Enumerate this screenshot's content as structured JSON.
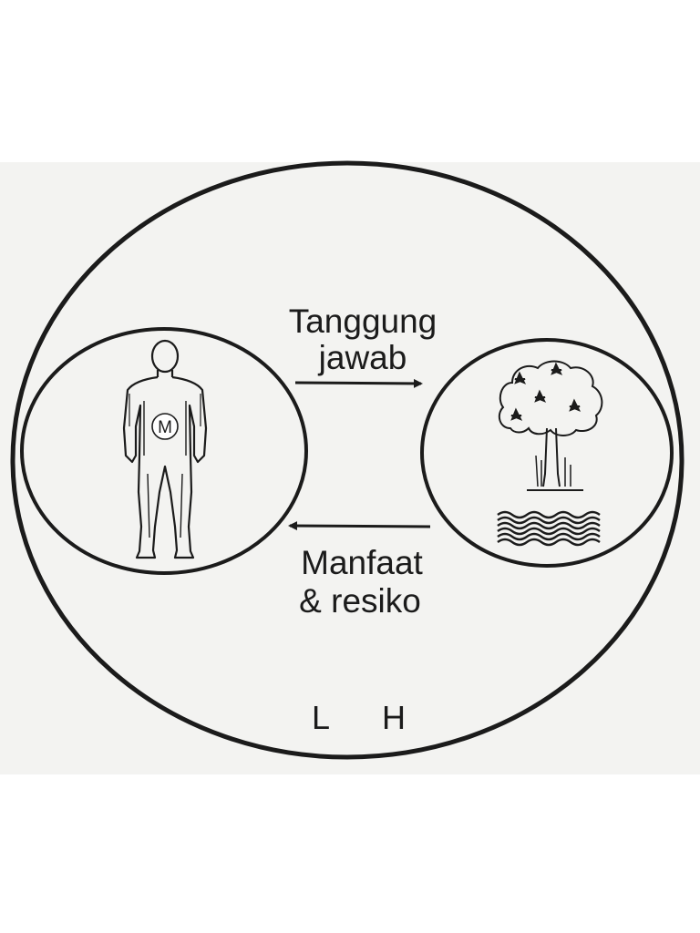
{
  "diagram": {
    "human": {
      "badge": "M"
    },
    "arrow_top": {
      "line1": "Tanggung",
      "line2": "jawab"
    },
    "arrow_bottom": {
      "line1": "Manfaat",
      "line2": "& resiko"
    },
    "footer": {
      "left": "L",
      "right": "H"
    }
  }
}
